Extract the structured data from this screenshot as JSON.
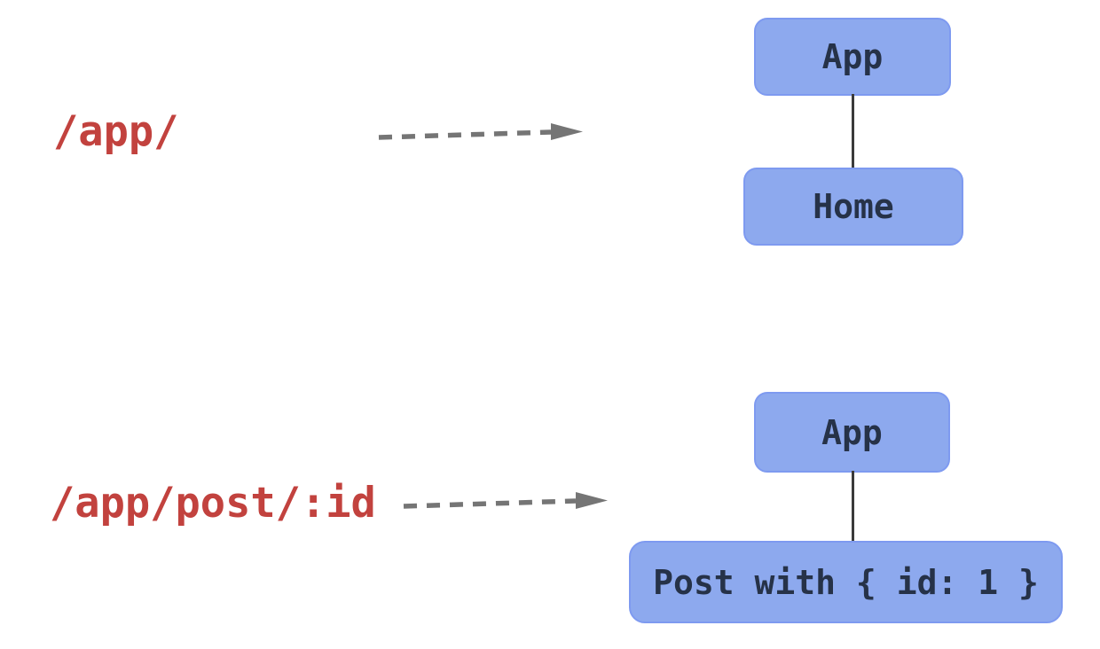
{
  "colors": {
    "node_fill": "#8da9ee",
    "node_border": "#7e9af0",
    "node_text": "#263248",
    "route_text": "#c2423e",
    "arrow": "#757575",
    "connector": "#3b3b3b",
    "background": "#ffffff"
  },
  "rows": [
    {
      "route": "/app/",
      "parent": "App",
      "child": "Home"
    },
    {
      "route": "/app/post/:id",
      "parent": "App",
      "child": "Post with { id: 1 }"
    }
  ]
}
